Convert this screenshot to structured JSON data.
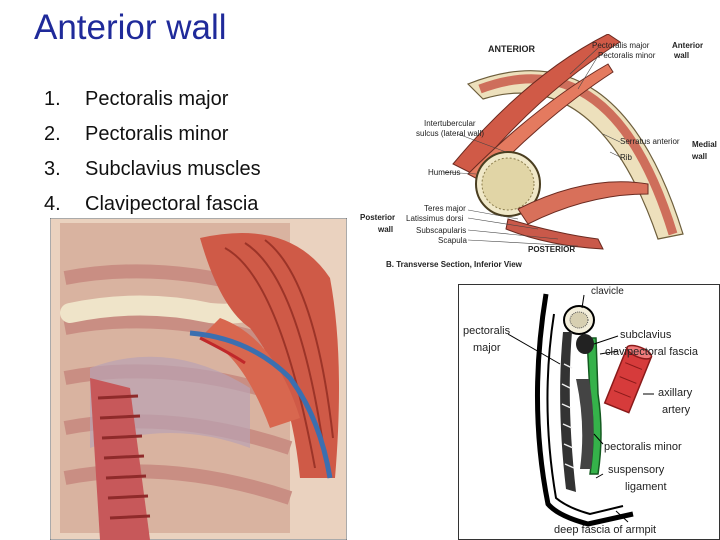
{
  "title": "Anterior wall",
  "list": [
    {
      "num": "1.",
      "text": "Pectoralis major"
    },
    {
      "num": "2.",
      "text": "Pectoralis minor"
    },
    {
      "num": "3.",
      "text": "Subclavius muscles"
    },
    {
      "num": "4.",
      "text": "Clavipectoral fascia"
    }
  ],
  "transverse_section": {
    "labels": {
      "anterior": "ANTERIOR",
      "pect_major": "Pectoralis major",
      "pect_minor": "Pectoralis minor",
      "anterior_wall_1": "Anterior",
      "anterior_wall_2": "wall",
      "intertub_1": "Intertubercular",
      "intertub_2": "sulcus (lateral wall)",
      "humerus": "Humerus",
      "serratus": "Serratus anterior",
      "rib": "Rib",
      "medial_wall_1": "Medial",
      "medial_wall_2": "wall",
      "posterior_wall_1": "Posterior",
      "posterior_wall_2": "wall",
      "teres": "Teres major",
      "latissimus": "Latissimus dorsi",
      "subscap": "Subscapularis",
      "scapula": "Scapula",
      "posterior": "POSTERIOR",
      "caption": "B. Transverse Section, Inferior View"
    }
  },
  "sagittal_section": {
    "labels": {
      "clavicle": "clavicle",
      "pect_major_1": "pectoralis",
      "pect_major_2": "major",
      "subclavius": "subclavius",
      "clavipectoral": "clavipectoral fascia",
      "axillary_1": "axillary",
      "axillary_2": "artery",
      "pect_minor": "pectoralis minor",
      "suspensory_1": "suspensory",
      "suspensory_2": "ligament",
      "deep_fascia": "deep fascia of armpit"
    }
  },
  "colors": {
    "title": "#1f2a9a",
    "muscle": "#c94a3c",
    "fascia_green": "#35b24a",
    "rib_bone": "#e8ddb8"
  }
}
